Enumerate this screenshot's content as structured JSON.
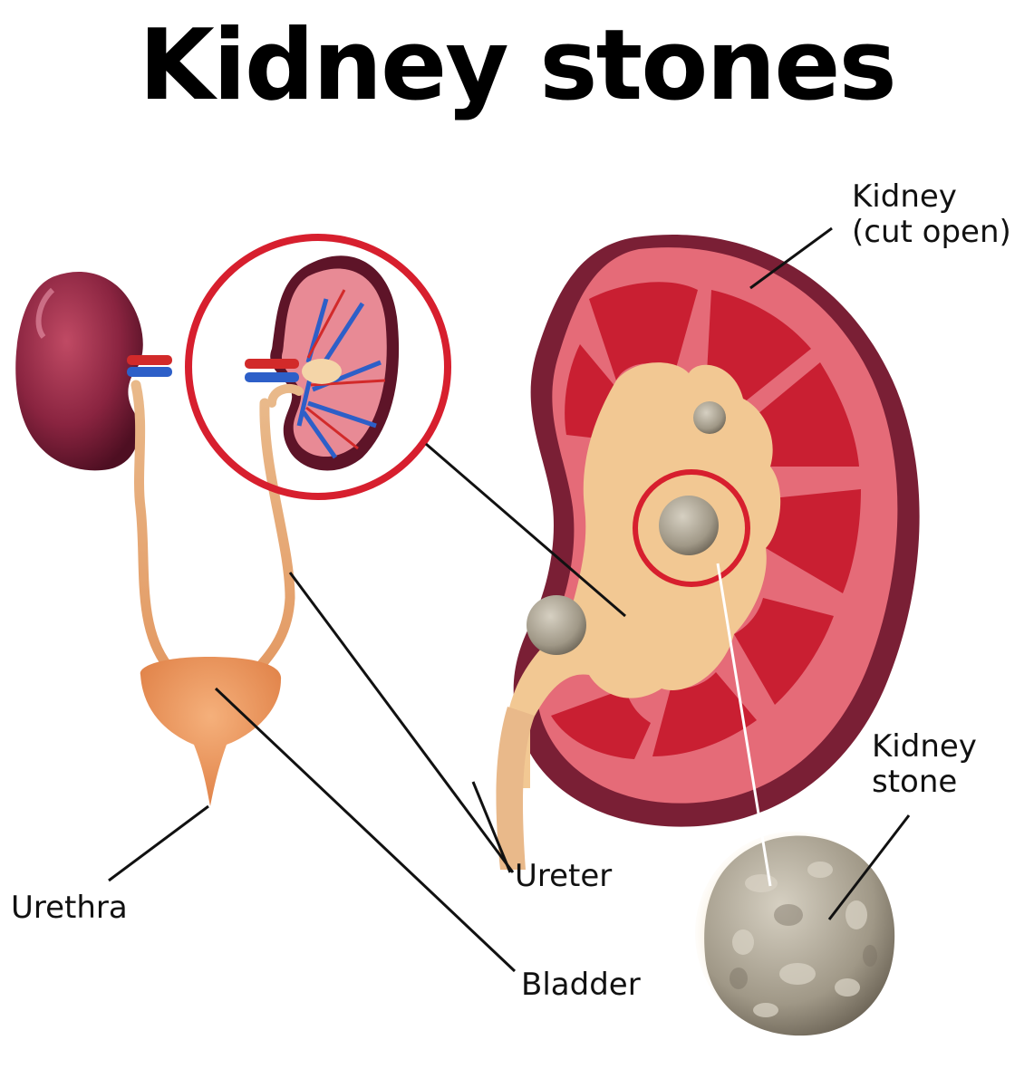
{
  "title": "Kidney stones",
  "labels": {
    "kidney_cut_open": [
      "Kidney",
      "(cut open)"
    ],
    "kidney_stone": [
      "Kidney",
      "stone"
    ],
    "ureter": "Ureter",
    "urethra": "Urethra",
    "bladder": "Bladder"
  },
  "colors": {
    "kidney_outer": "#7a1f35",
    "kidney_inner": "#e56b78",
    "pyramids": "#c91f32",
    "pelvis": "#f2c893",
    "highlight_circle": "#d71f2e",
    "stone": "#a79f8f",
    "bladder": "#e9925a",
    "artery": "#d22a2a",
    "vein": "#2d5fc8"
  },
  "icons": [
    "kidney-illustration",
    "bladder-illustration",
    "kidney-stone-illustration"
  ]
}
